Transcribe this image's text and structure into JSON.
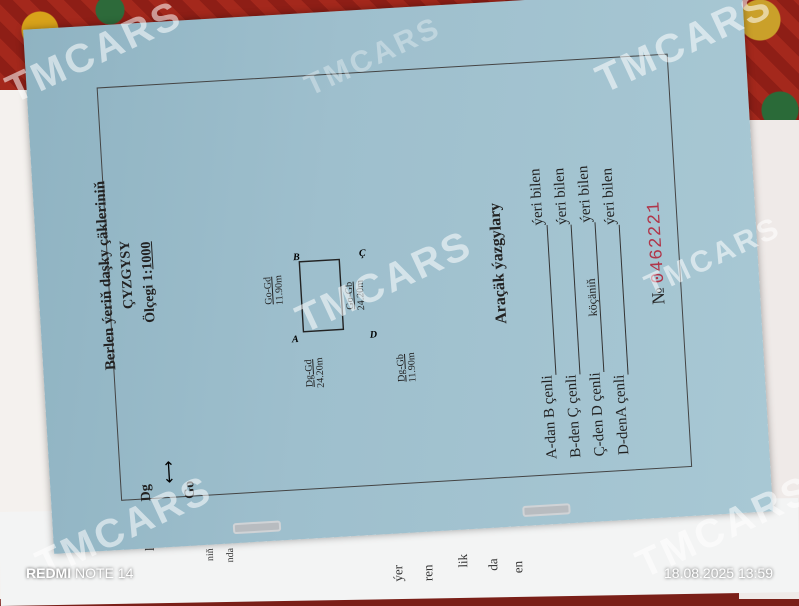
{
  "document": {
    "title_line1": "Berlen ýeriň daşky çäkleriniň",
    "title_line2": "ÇYZGYSY",
    "scale_label": "Ölçegi 1:",
    "scale_value": "1000",
    "dir_top": "Dg",
    "dir_bottom": "Go",
    "plot": {
      "dim_top_label": "Go-Gd",
      "dim_top_value": "11.90m",
      "dim_right_label": "Go-Gb",
      "dim_right_value": "24.20m",
      "dim_left_label": "Dg-Gd",
      "dim_left_value": "24.20m",
      "dim_bottom_label": "Dg-Gb",
      "dim_bottom_value": "11.90m",
      "point_a": "A",
      "point_b": "B",
      "point_c": "Ç",
      "point_d": "D"
    },
    "signatures_heading": "Araçäk ýazgylary",
    "boundaries": [
      {
        "from": "A-dan  B  çenli",
        "text": "",
        "suffix": "ýeri  bilen"
      },
      {
        "from": "B-den  Ç  çenli",
        "text": "",
        "suffix": "ýeri  bilen"
      },
      {
        "from": "Ç-den  D  çenli",
        "text": "köçäniň",
        "suffix": "ýeri  bilen"
      },
      {
        "from": "D-denA   çenli",
        "text": "",
        "suffix": "ýeri  bilen"
      }
    ],
    "serial_prefix": "№",
    "serial_number": "0462221"
  },
  "back_page_fragments": [
    "legine",
    "niň",
    "nda",
    "ýer",
    "ren",
    "lik",
    "da",
    "en"
  ],
  "watermarks": [
    "TMCARS",
    "TMCARS",
    "TMCARS",
    "TMCARS",
    "TMCARS",
    "TMCARS",
    "TMCARS"
  ],
  "overlay": {
    "device_brand": "REDMI",
    "device_model": " NOTE 14",
    "timestamp": "18.08.2025 13:59"
  },
  "colors": {
    "paper": "#9ebfcd",
    "serial": "#b0364a",
    "carpet": "#8e1e16"
  }
}
